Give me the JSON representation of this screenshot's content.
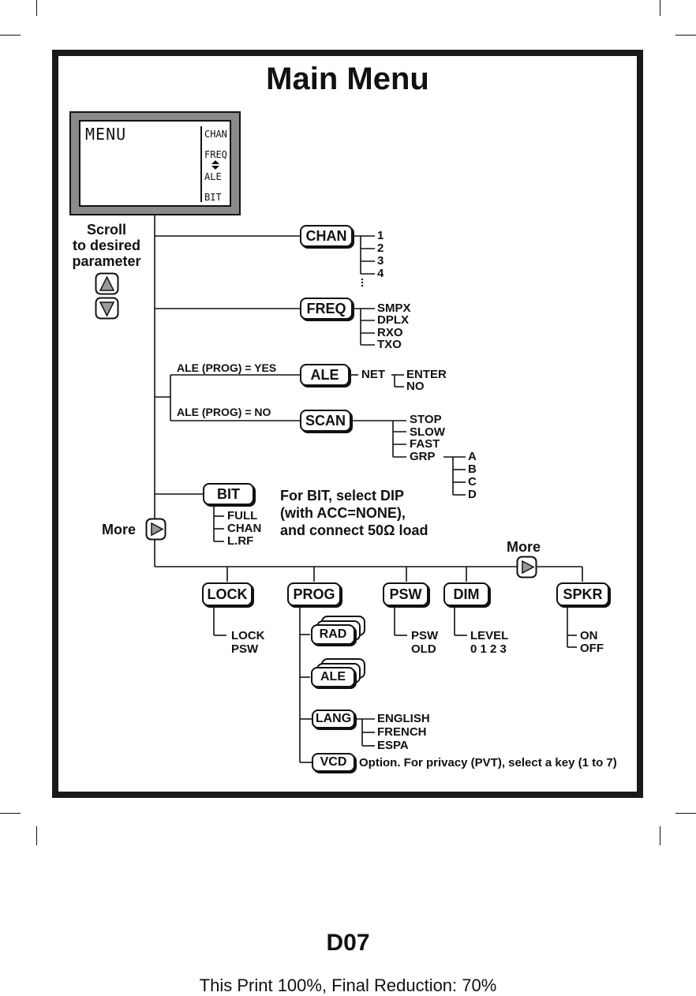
{
  "title": "Main Menu",
  "display": {
    "header": "MENU",
    "items": [
      "CHAN",
      "FREQ",
      "ALE",
      "BIT"
    ]
  },
  "scroll": {
    "line1": "Scroll",
    "line2": "to desired",
    "line3": "parameter"
  },
  "more_left": "More",
  "more_right": "More",
  "chan": {
    "label": "CHAN",
    "options": [
      "1",
      "2",
      "3",
      "4"
    ]
  },
  "freq": {
    "label": "FREQ",
    "options": [
      "SMPX",
      "DPLX",
      "RXO",
      "TXO"
    ]
  },
  "ale": {
    "condition": "ALE (PROG) = YES",
    "label": "ALE",
    "sub": "NET",
    "options": [
      "ENTER",
      "NO"
    ]
  },
  "scan": {
    "condition": "ALE (PROG) = NO",
    "label": "SCAN",
    "options": [
      "STOP",
      "SLOW",
      "FAST",
      "GRP"
    ],
    "grp_options": [
      "A",
      "B",
      "C",
      "D"
    ]
  },
  "bit": {
    "label": "BIT",
    "options": [
      "FULL",
      "CHAN",
      "L.RF"
    ],
    "note_line1": "For BIT, select DIP",
    "note_line2": "(with ACC=NONE),",
    "note_line3": "and connect 50Ω load"
  },
  "lock": {
    "label": "LOCK",
    "options": [
      "LOCK",
      "PSW"
    ]
  },
  "prog": {
    "label": "PROG",
    "rad": "RAD",
    "ale": "ALE",
    "lang": "LANG",
    "lang_options": [
      "ENGLISH",
      "FRENCH",
      "ESPA"
    ],
    "vcd": "VCD",
    "vcd_note": "Option. For privacy (PVT), select a key (1 to 7)"
  },
  "psw": {
    "label": "PSW",
    "options": [
      "PSW",
      "OLD"
    ]
  },
  "dim": {
    "label": "DIM",
    "options": [
      "LEVEL",
      "0 1 2 3"
    ]
  },
  "spkr": {
    "label": "SPKR",
    "options": [
      "ON",
      "OFF"
    ]
  },
  "footer": {
    "code": "D07",
    "note": "This Print 100%, Final Reduction: 70%"
  }
}
